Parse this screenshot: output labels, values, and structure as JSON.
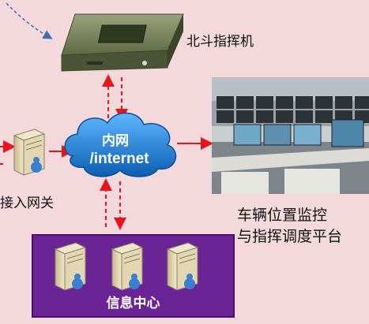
{
  "diagram": {
    "beidou_device": {
      "label": "北斗指挥机"
    },
    "network": {
      "line1": "内网",
      "line2": "/internet"
    },
    "gateway": {
      "label": "接入网关"
    },
    "platform": {
      "line1": "车辆位置监控",
      "line2": "与指挥调度平台"
    },
    "info_center": {
      "label": "信息中心",
      "server_count": 3
    }
  },
  "colors": {
    "background": "#f4d9dc",
    "arrow_red": "#e8141c",
    "dashed_blue": "#3f6db5",
    "center_purple": "#6a2496",
    "cloud_blue": "#1e7fd0"
  },
  "icons": [
    "server-icon",
    "person-icon",
    "cloud-icon",
    "beidou-terminal-icon",
    "monitoring-room-image"
  ]
}
